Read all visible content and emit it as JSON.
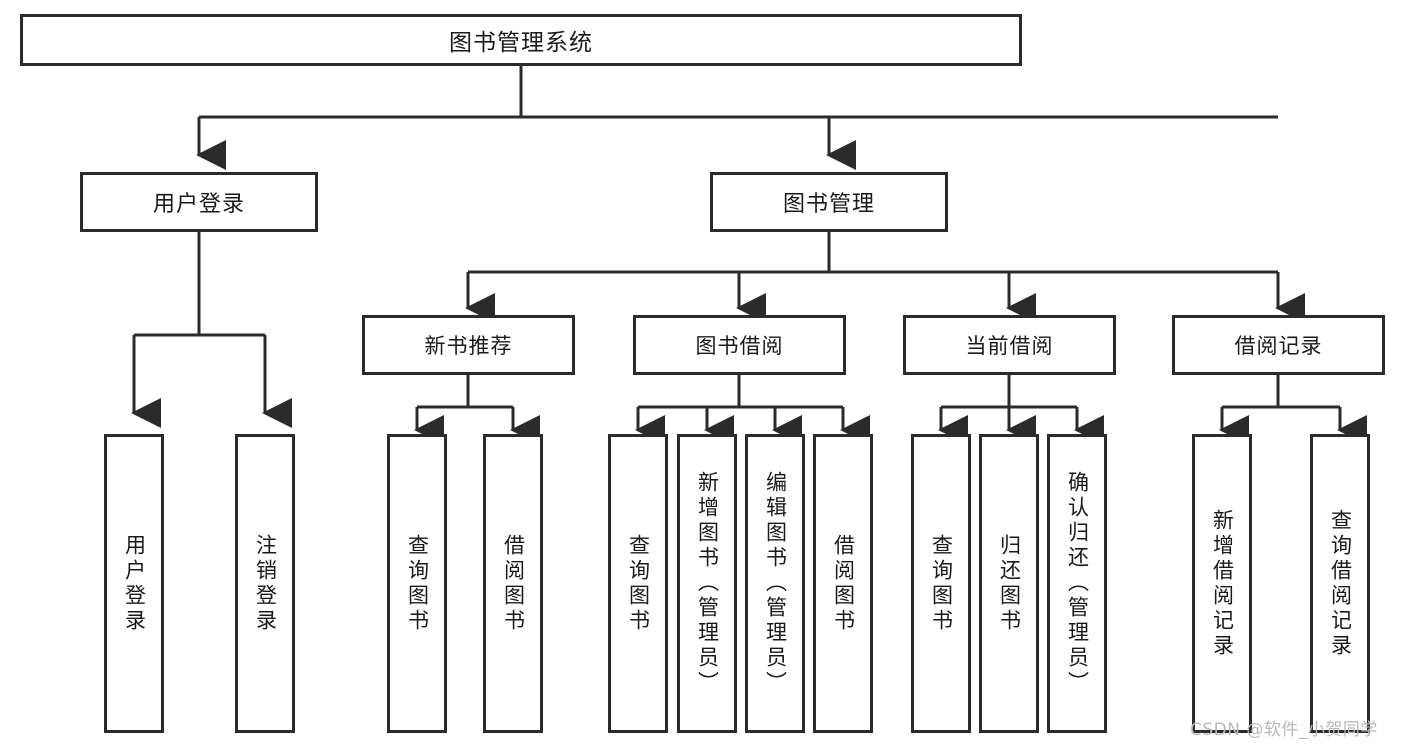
{
  "diagram": {
    "title": "图书管理系统",
    "watermark": "CSDN @软件_小贺同学",
    "root": {
      "label": "图书管理系统"
    },
    "level2": [
      {
        "label": "用户登录"
      },
      {
        "label": "图书管理"
      }
    ],
    "level3": [
      {
        "label": "新书推荐"
      },
      {
        "label": "图书借阅"
      },
      {
        "label": "当前借阅"
      },
      {
        "label": "借阅记录"
      }
    ],
    "leaves": {
      "user_login": [
        {
          "label": "用户登录"
        },
        {
          "label": "注销登录"
        }
      ],
      "new_book": [
        {
          "label": "查询图书"
        },
        {
          "label": "借阅图书"
        }
      ],
      "borrow_book": [
        {
          "label": "查询图书"
        },
        {
          "label": "新增图书（管理员）"
        },
        {
          "label": "编辑图书（管理员）"
        },
        {
          "label": "借阅图书"
        }
      ],
      "current_borrow": [
        {
          "label": "查询图书"
        },
        {
          "label": "归还图书"
        },
        {
          "label": "确认归还（管理员）"
        }
      ],
      "borrow_record": [
        {
          "label": "新增借阅记录"
        },
        {
          "label": "查询借阅记录"
        }
      ]
    },
    "colors": {
      "stroke": "#2b2b2b",
      "background": "#ffffff",
      "text": "#1a1a1a",
      "watermark": "#b9b9b9"
    }
  }
}
